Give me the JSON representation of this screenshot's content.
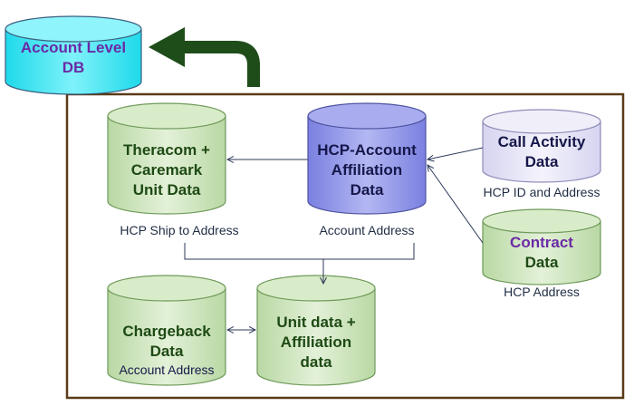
{
  "colors": {
    "db_fill": "#2ee6f2",
    "green_fill": "#cde6bd",
    "green_text": "#1e4a14",
    "blue_fill": "#8f94e8",
    "blue_text": "#16174a",
    "lavender_fill": "#e7e6f7",
    "purple_text": "#6a2aa6",
    "frame": "#5a3a18",
    "arrow_dark_green": "#1f4d1a",
    "connector": "#2d3a5a"
  },
  "account_db": {
    "line1": "Account Level",
    "line2": "DB"
  },
  "theracom": {
    "line1": "Theracom +",
    "line2": "Caremark",
    "line3": "Unit Data",
    "caption": "HCP Ship to Address"
  },
  "hcp_account": {
    "line1": "HCP-Account",
    "line2": "Affiliation",
    "line3": "Data",
    "caption": "Account Address"
  },
  "call_activity": {
    "line1": "Call Activity",
    "line2": "Data",
    "caption": "HCP ID and Address"
  },
  "contract": {
    "line1": "Contract",
    "line2": "Data",
    "caption": "HCP Address"
  },
  "chargeback": {
    "line1": "Chargeback",
    "line2": "Data",
    "line3": "Account Address"
  },
  "unit_affiliation": {
    "line1": "Unit data +",
    "line2": "Affiliation",
    "line3": "data"
  }
}
